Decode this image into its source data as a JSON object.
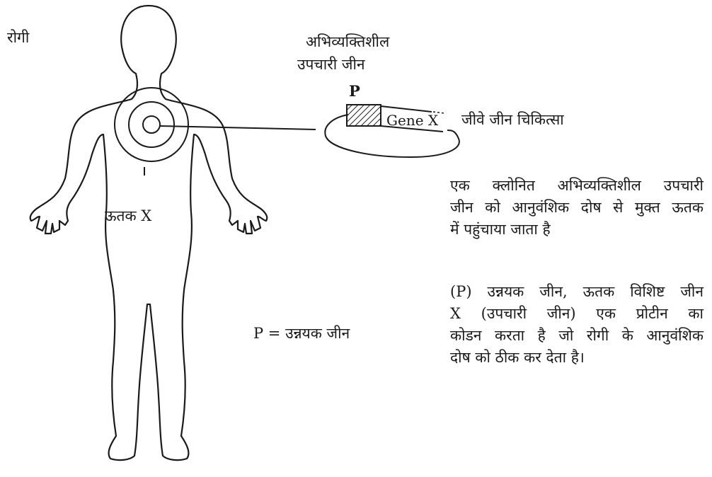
{
  "labels": {
    "patient": "रोगी",
    "expressive_gene_line1": "अभिव्यक्तिशील",
    "expressive_gene_line2": "उपचारी जीन",
    "promoter_marker": "P",
    "gene_x": "Gene X",
    "in_vivo": "जीवे जीन चिकित्सा",
    "tissue_x": "ऊतक X",
    "promoter_key": "P = उन्नयक जीन"
  },
  "paragraph1": [
    "एक क्लोनित अभिव्यक्तिशील उपचारी",
    "जीन को आनुवंशिक दोष से मुक्त ऊतक",
    "में पहुंचाया  जाता है"
  ],
  "paragraph2": [
    "(P) उन्नयक जीन, ऊतक विशिष्ट जीन",
    "X (उपचारी जीन) एक प्रोटीन का",
    "कोडन करता है जो रोगी के आनुवंशिक",
    "दोष को ठीक कर देता है।"
  ]
}
